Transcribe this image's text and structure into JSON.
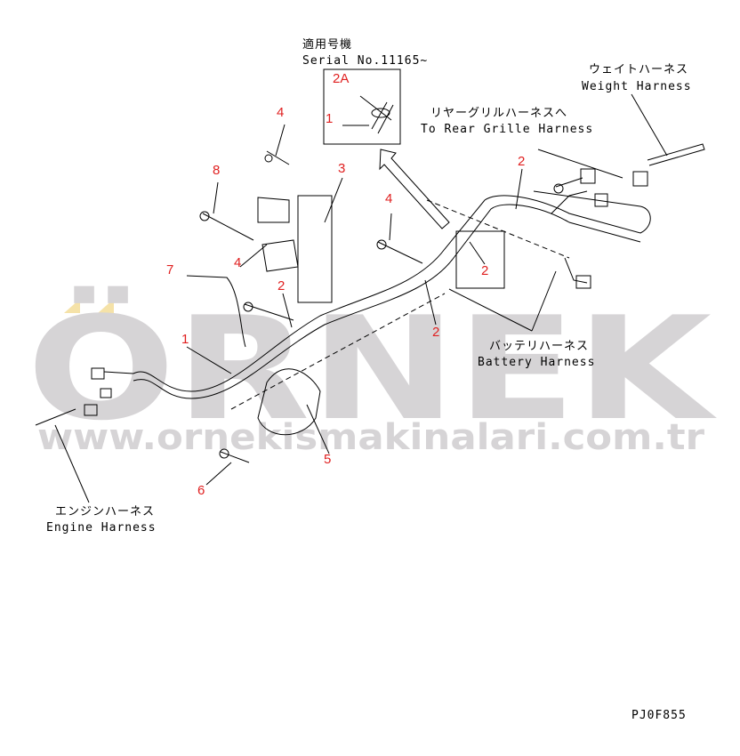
{
  "watermark": {
    "brand": "ÖRNEK",
    "url": "www.ornekismakinalari.com.tr",
    "color": "#d6d4d6",
    "accent": "#f5e2a8"
  },
  "serial_note": {
    "jp": "適用号機",
    "en": "Serial No.11165~"
  },
  "inset": {
    "callouts": [
      "2A",
      "1"
    ]
  },
  "harness_labels": {
    "weight": {
      "jp": "ウェイトハーネス",
      "en": "Weight Harness"
    },
    "rear_grille": {
      "jp": "リヤーグリルハーネスへ",
      "en": "To Rear Grille Harness"
    },
    "battery": {
      "jp": "バッテリハーネス",
      "en": "Battery Harness"
    },
    "engine": {
      "jp": "エンジンハーネス",
      "en": "Engine Harness"
    }
  },
  "callouts": [
    "4",
    "3",
    "8",
    "7",
    "4",
    "2",
    "4",
    "2",
    "2",
    "2",
    "1",
    "5",
    "6"
  ],
  "callout_color": "#e02020",
  "drawing_code": "PJ0F855"
}
